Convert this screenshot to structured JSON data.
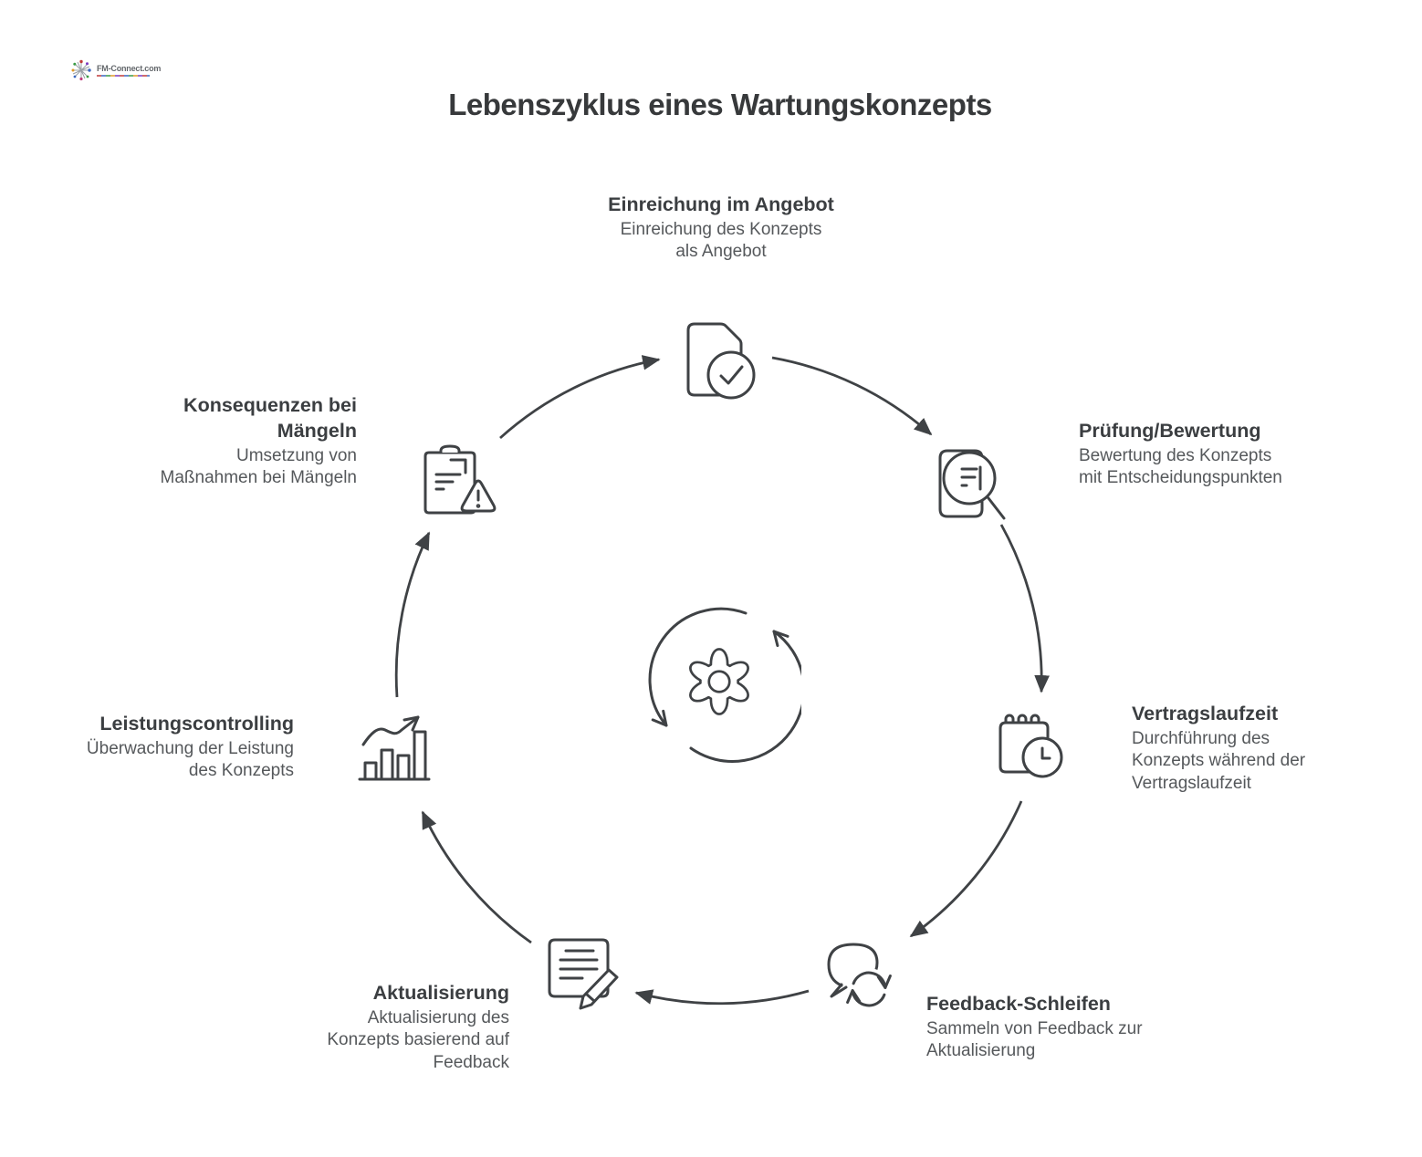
{
  "title": "Lebenszyklus eines Wartungskonzepts",
  "logo": {
    "name": "FM-Connect.com"
  },
  "center": {
    "icon": "gear-cycle-icon"
  },
  "stages": [
    {
      "title": "Einreichung im Angebot",
      "description": "Einreichung des Konzepts\nals Angebot",
      "icon": "document-check-icon"
    },
    {
      "title": "Prüfung/Bewertung",
      "description": "Bewertung des Konzepts\nmit Entscheidungspunkten",
      "icon": "document-magnifier-icon"
    },
    {
      "title": "Vertragslaufzeit",
      "description": "Durchführung des\nKonzepts während der\nVertragslaufzeit",
      "icon": "calendar-clock-icon"
    },
    {
      "title": "Feedback-Schleifen",
      "description": "Sammeln von Feedback zur\nAktualisierung",
      "icon": "speech-refresh-icon"
    },
    {
      "title": "Aktualisierung",
      "description": "Aktualisierung des\nKonzepts basierend auf\nFeedback",
      "icon": "document-pencil-icon"
    },
    {
      "title": "Leistungscontrolling",
      "description": "Überwachung der Leistung\ndes Konzepts",
      "icon": "bar-chart-icon"
    },
    {
      "title": "Konsequenzen bei\nMängeln",
      "description": "Umsetzung von\nMaßnahmen bei Mängeln",
      "icon": "clipboard-warning-icon"
    }
  ],
  "colors": {
    "stroke": "#3f4245",
    "heading": "#3b3e41",
    "description": "#55585b",
    "title": "#37393b",
    "background": "#ffffff",
    "logo_text": "#63676b"
  }
}
